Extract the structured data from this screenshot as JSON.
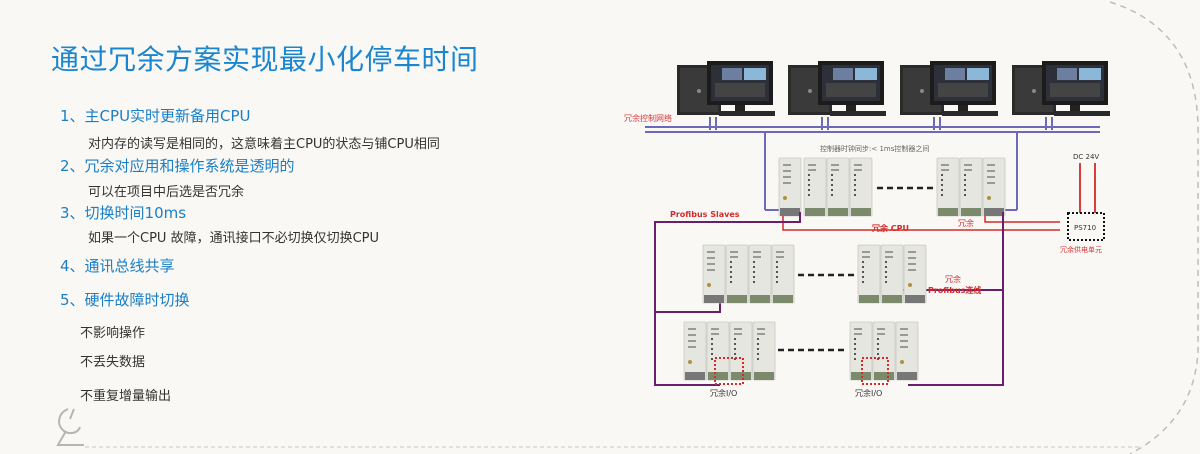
{
  "title": "通过冗余方案实现最小化停车时间",
  "points": [
    {
      "label": "1、主CPU实时更新备用CPU",
      "detail": "对内存的读写是相同的，这意味着主CPU的状态与铺CPU相同"
    },
    {
      "label": "2、冗余对应用和操作系统是透明的",
      "detail": "可以在项目中后选是否冗余"
    },
    {
      "label": "3、切换时间10ms",
      "detail": "如果一个CPU 故障，通讯接口不必切换仅切换CPU"
    },
    {
      "label": "4、通讯总线共享",
      "detail": ""
    },
    {
      "label": "5、硬件故障时切换",
      "detail": ""
    }
  ],
  "sub_items": [
    "不影响操作",
    "不丢失数据",
    "不重复增量输出"
  ],
  "diagram": {
    "network_label": "冗余控制网络",
    "sync_label": "控制器时钟同步:< 1ms控制器之间",
    "profibus_slaves": "Profibus Slaves",
    "redundant_cpu": "冗余 CPU",
    "redundant": "冗余",
    "dc_label": "DC 24V",
    "ps_label": "PS710",
    "ps_caption": "冗余供电单元",
    "profibus_redundant_1": "冗余",
    "profibus_redundant_2": "Profibus连线",
    "io_label_left": "冗余I/O",
    "io_label_right": "冗余I/O",
    "colors": {
      "network": "#6e68b8",
      "profibus": "#6a1f6e",
      "red": "#d42a2a",
      "title": "#1a86d0"
    }
  }
}
